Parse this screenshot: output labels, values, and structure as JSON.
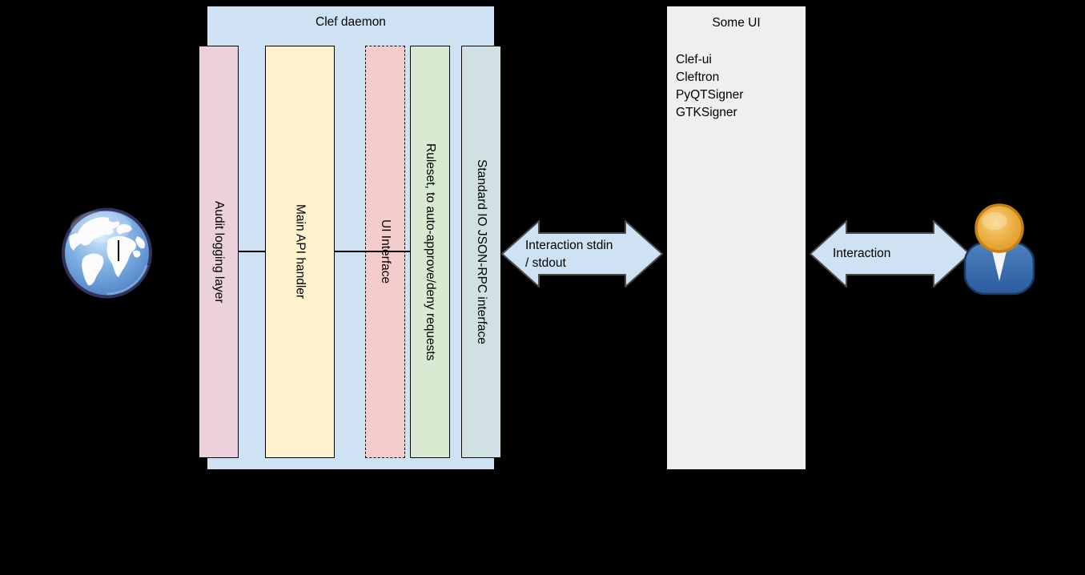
{
  "background": "#000000",
  "clef_daemon": {
    "title": "Clef daemon",
    "fill": "#cfe2f3",
    "layers": [
      {
        "label": "Audit logging layer",
        "fill": "#ead1dc",
        "border_style": "solid"
      },
      {
        "label": "Main API handler",
        "fill": "#fff2cc",
        "border_style": "solid"
      },
      {
        "label": "UI Interface",
        "fill": "#f4cccc",
        "border_style": "dashed"
      },
      {
        "label": "Ruleset, to auto-approve/deny requests",
        "fill": "#d9ead3",
        "border_style": "solid"
      },
      {
        "label": "Standard IO JSON-RPC interface",
        "fill": "#d0e0e3",
        "border_style": "solid"
      }
    ]
  },
  "some_ui": {
    "title": "Some UI",
    "fill": "#efefef",
    "items": [
      "Clef-ui",
      "Cleftron",
      "PyQTSigner",
      "GTKSigner"
    ]
  },
  "arrows": {
    "fill": "#cfe2f3",
    "stroke": "#4a4a4a",
    "daemon_ui": {
      "label_line1": "Interaction stdin",
      "label_line2": "/ stdout"
    },
    "ui_user": {
      "label": "Interaction"
    }
  },
  "icons": {
    "globe": "globe-icon",
    "user": "user-icon"
  }
}
